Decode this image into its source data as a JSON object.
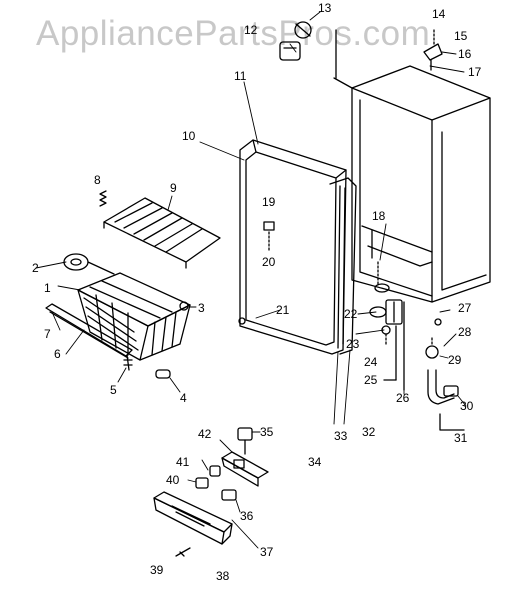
{
  "watermark": "AppliancePartsPros.com",
  "callouts": [
    "1",
    "2",
    "3",
    "4",
    "5",
    "6",
    "7",
    "8",
    "9",
    "10",
    "11",
    "12",
    "13",
    "14",
    "15",
    "16",
    "17",
    "18",
    "19",
    "20",
    "21",
    "22",
    "23",
    "24",
    "25",
    "26",
    "27",
    "28",
    "29",
    "30",
    "31",
    "32",
    "33",
    "34",
    "35",
    "36",
    "37",
    "38",
    "39",
    "40",
    "41",
    "42"
  ]
}
